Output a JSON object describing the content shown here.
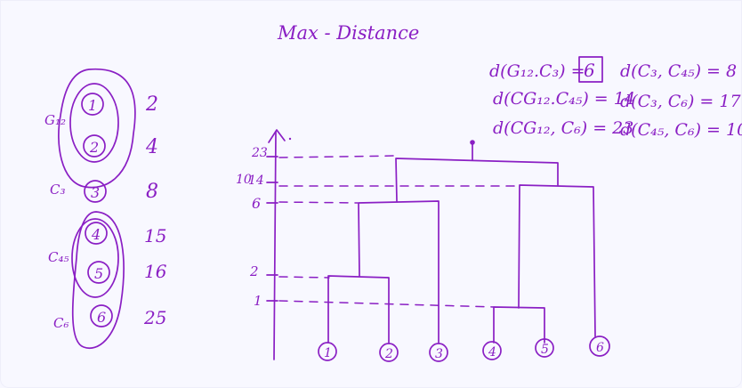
{
  "title": "Max - Distance",
  "distances": [
    "d(G₁₂.C₃) =",
    "6",
    "d(C₃, C₄₅) = 8",
    "d(CG₁₂.C₄₅) = 14",
    "d(C₃, C₆) = 17",
    "d(CG₁₂, C₆) = 23",
    "d(C₄₅, C₆) = 10"
  ],
  "clusters": {
    "labels": [
      "G₁₂",
      "C₃",
      "C₄₅",
      "C₆"
    ],
    "points": [
      {
        "id": "1",
        "value": "2"
      },
      {
        "id": "2",
        "value": "4"
      },
      {
        "id": "3",
        "value": "8"
      },
      {
        "id": "4",
        "value": "15"
      },
      {
        "id": "5",
        "value": "16"
      },
      {
        "id": "6",
        "value": "25"
      }
    ]
  },
  "dendrogram": {
    "y_tick_labels": [
      "23",
      "10",
      "14",
      "6",
      "2",
      "1"
    ],
    "leaves": [
      "1",
      "2",
      "3",
      "4",
      "5",
      "6"
    ]
  },
  "colors": {
    "ink": "#8a1fc4",
    "background": "#f8f8ff"
  }
}
